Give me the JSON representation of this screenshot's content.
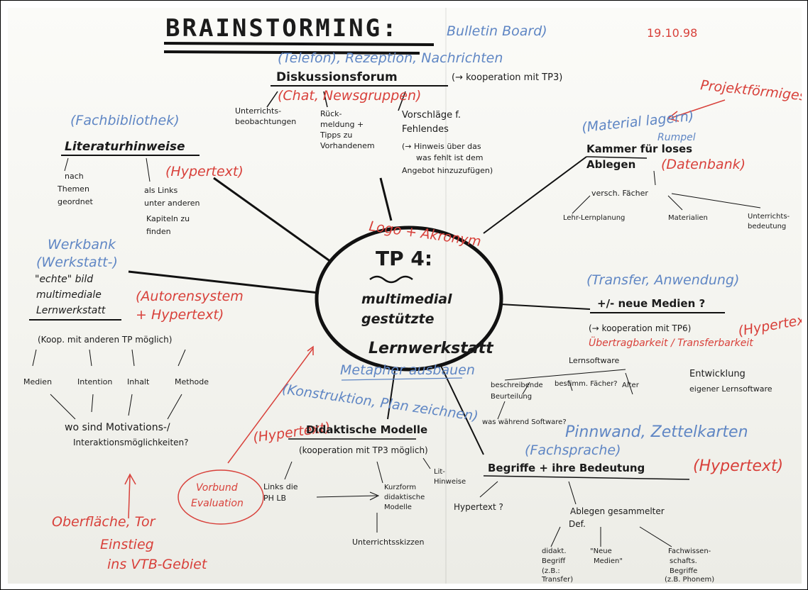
{
  "title": "BRAINSTORMING:",
  "date": "19.10.98",
  "center": {
    "line1": "TP 4:",
    "line2": "multimedial",
    "line3": "gestützte",
    "line4": "Lernwerkstatt",
    "logo_red": "Logo + Akronym",
    "metaphor_blue": "Metapher ausbauen"
  },
  "top": {
    "bulletin_blue": "Bulletin Board)",
    "telefon_blue": "(Telefon), Rezeption, Nachrichten",
    "heading": "Diskussionsforum",
    "koop": "(→ kooperation mit TP3)",
    "chat_red": "(Chat, Newsgruppen)",
    "sub1": [
      "Unterrichts-",
      "beobachtungen"
    ],
    "sub2": [
      "Rück-",
      "meldung +",
      "Tipps zu",
      "Vorhandenem"
    ],
    "sub3": [
      "Vorschläge f.",
      "Fehlendes",
      "(→ Hinweis über das",
      "was fehlt ist dem",
      "Angebot hinzuzufügen)"
    ]
  },
  "top_left": {
    "blue": "(Fachbibliothek)",
    "heading": "Literaturhinweise",
    "red": "(Hypertext)",
    "sub1": [
      "nach",
      "Themen",
      "geordnet"
    ],
    "sub2": [
      "als Links",
      "unter anderen",
      "Kapiteln zu",
      "finden"
    ]
  },
  "top_right": {
    "red": "Projektförmiges",
    "blue": "(Material lagern)",
    "blue2": "Rumpel",
    "heading1": "Kammer für loses",
    "heading2": "Ablegen",
    "red2": "(Datenbank)",
    "sub": "versch. Fächer",
    "leaves": [
      "Lehr-Lernplanung",
      "Materialien",
      "Unterrichts-",
      "bedeutung"
    ]
  },
  "left": {
    "blue1": "Werkbank",
    "blue2": "(Werkstatt-)",
    "line1": "\"echte\" bild",
    "line2": "multimediale",
    "line3": "Lernwerkstatt",
    "red": "(Autorensystem",
    "red2": "+ Hypertext)",
    "koop": "(Koop. mit anderen TP möglich)",
    "leaves": [
      "Medien",
      "Intention",
      "Inhalt",
      "Methode"
    ],
    "question1": "wo sind Motivations-/",
    "question2": "Interaktionsmöglichkeiten?"
  },
  "right": {
    "blue": "(Transfer, Anwendung)",
    "heading": "+/- neue Medien ?",
    "koop": "(→ kooperation mit TP6)",
    "red": "(Hypertext)",
    "red2": "Übertragbarkeit / Transferbarkeit",
    "sub": "Lernsoftware",
    "leaves": [
      "beschreibende",
      "Beurteilung",
      "bestimm. Fächer?",
      "Alter",
      "Entwicklung",
      "eigener Lernsoftware",
      "was während Software?"
    ]
  },
  "bottom_center": {
    "blue": "(Konstruktion, Plan zeichnen)",
    "red": "(Hypertext)",
    "heading": "Didaktische Modelle",
    "koop": "(kooperation mit TP3 möglich)",
    "sub1": [
      "Links die",
      "PH LB"
    ],
    "sub2": [
      "Kurzform",
      "didaktische",
      "Modelle"
    ],
    "sub3": [
      "Lit-",
      "Hinweise"
    ],
    "sub4": "Unterrichtsskizzen",
    "red_circle": [
      "Vorbund",
      "Evaluation"
    ]
  },
  "bottom_right": {
    "blue": "Pinnwand, Zettelkarten",
    "blue2": "(Fachsprache)",
    "heading": "Begriffe + ihre Bedeutung",
    "red": "(Hypertext)",
    "q": "Hypertext ?",
    "sub": "Ablegen gesammelter",
    "sub2": "Def.",
    "leaves": [
      "didakt.",
      "Begriff",
      "(z.B.:",
      "Transfer)",
      "\"Neue",
      "Medien\"",
      "Fachwissen-",
      "schafts.",
      "Begriffe",
      "(z.B. Phonem)"
    ]
  },
  "bottom_left": {
    "red1": "Oberfläche, Tor",
    "red2": "Einstieg",
    "red3": "ins VTB-Gebiet"
  }
}
